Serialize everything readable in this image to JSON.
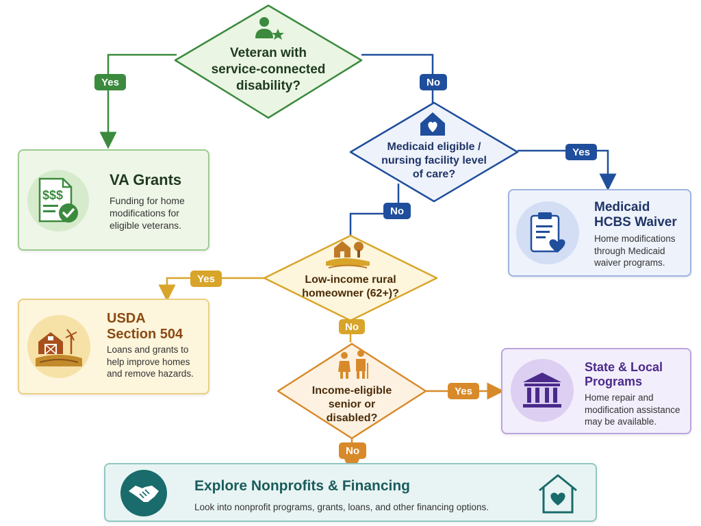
{
  "decisions": {
    "veteran": {
      "lines": [
        "Veteran with",
        "service-connected",
        "disability?"
      ],
      "icon": "veteran-star-icon",
      "color": "#3b8a3e"
    },
    "medicaid": {
      "lines": [
        "Medicaid eligible /",
        "nursing facility level",
        "of care?"
      ],
      "icon": "home-heart-icon",
      "color": "#1f4e9c"
    },
    "rural": {
      "lines": [
        "Low-income rural",
        "homeowner (62+)?"
      ],
      "icon": "farmhouse-icon",
      "color": "#d8a52a"
    },
    "income": {
      "lines": [
        "Income-eligible",
        "senior or",
        "disabled?"
      ],
      "icon": "seniors-icon",
      "color": "#d88a2a"
    }
  },
  "labels": {
    "veteran_yes": "Yes",
    "veteran_no": "No",
    "medicaid_yes": "Yes",
    "medicaid_no": "No",
    "rural_yes": "Yes",
    "rural_no": "No",
    "income_yes": "Yes",
    "income_no": "No"
  },
  "results": {
    "va": {
      "title": [
        "VA Grants"
      ],
      "desc": [
        "Funding for home",
        "modifications for",
        "eligible veterans."
      ],
      "icon": "grant-document-check-icon",
      "color": "#3b8a3e"
    },
    "hcbs": {
      "title": [
        "Medicaid",
        "HCBS Waiver"
      ],
      "desc": [
        "Home modifications",
        "through Medicaid",
        "waiver programs."
      ],
      "icon": "clipboard-heart-icon",
      "color": "#1f4e9c"
    },
    "usda": {
      "title": [
        "USDA",
        "Section 504"
      ],
      "desc": [
        "Loans and grants to",
        "help improve homes",
        "and remove hazards."
      ],
      "icon": "barn-icon",
      "color": "#8a4a12"
    },
    "state": {
      "title": [
        "State & Local",
        "Programs"
      ],
      "desc": [
        "Home repair and",
        "modification assistance",
        "may be available."
      ],
      "icon": "government-building-icon",
      "color": "#4a2a8a"
    },
    "explore": {
      "title": [
        "Explore Nonprofits & Financing"
      ],
      "desc": [
        "Look into nonprofit programs, grants, loans, and other financing options."
      ],
      "icon": "handshake-icon",
      "icon2": "house-heart-icon",
      "color": "#1a6b6b"
    }
  }
}
